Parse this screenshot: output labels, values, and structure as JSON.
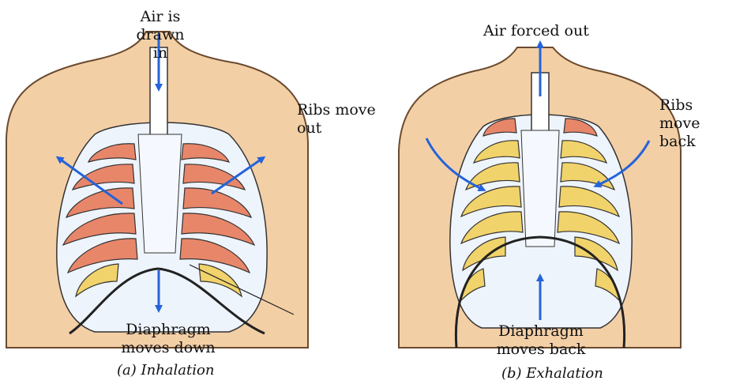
{
  "colors": {
    "skin": "#f3cfa6",
    "skin_outline": "#6b4a2e",
    "rib_inhale": "#e8866a",
    "rib_exhale": "#f1d36b",
    "cartilage": "#eef4fb",
    "arrow": "#2563d9",
    "diaphragm": "#222222"
  },
  "icons": [
    "arrow-up-icon",
    "arrow-down-icon"
  ],
  "inhalation": {
    "caption": "(a) Inhalation",
    "air_label_line1": "Air is",
    "air_label_line2": "drawn in",
    "ribs_label_line1": "Ribs move",
    "ribs_label_line2": "out",
    "diaphragm_label_line1": "Diaphragm",
    "diaphragm_label_line2": "moves down"
  },
  "exhalation": {
    "caption": "(b) Exhalation",
    "air_label": "Air forced out",
    "ribs_label_line1": "Ribs move",
    "ribs_label_line2": "back",
    "diaphragm_label_line1": "Diaphragm",
    "diaphragm_label_line2": "moves back"
  }
}
